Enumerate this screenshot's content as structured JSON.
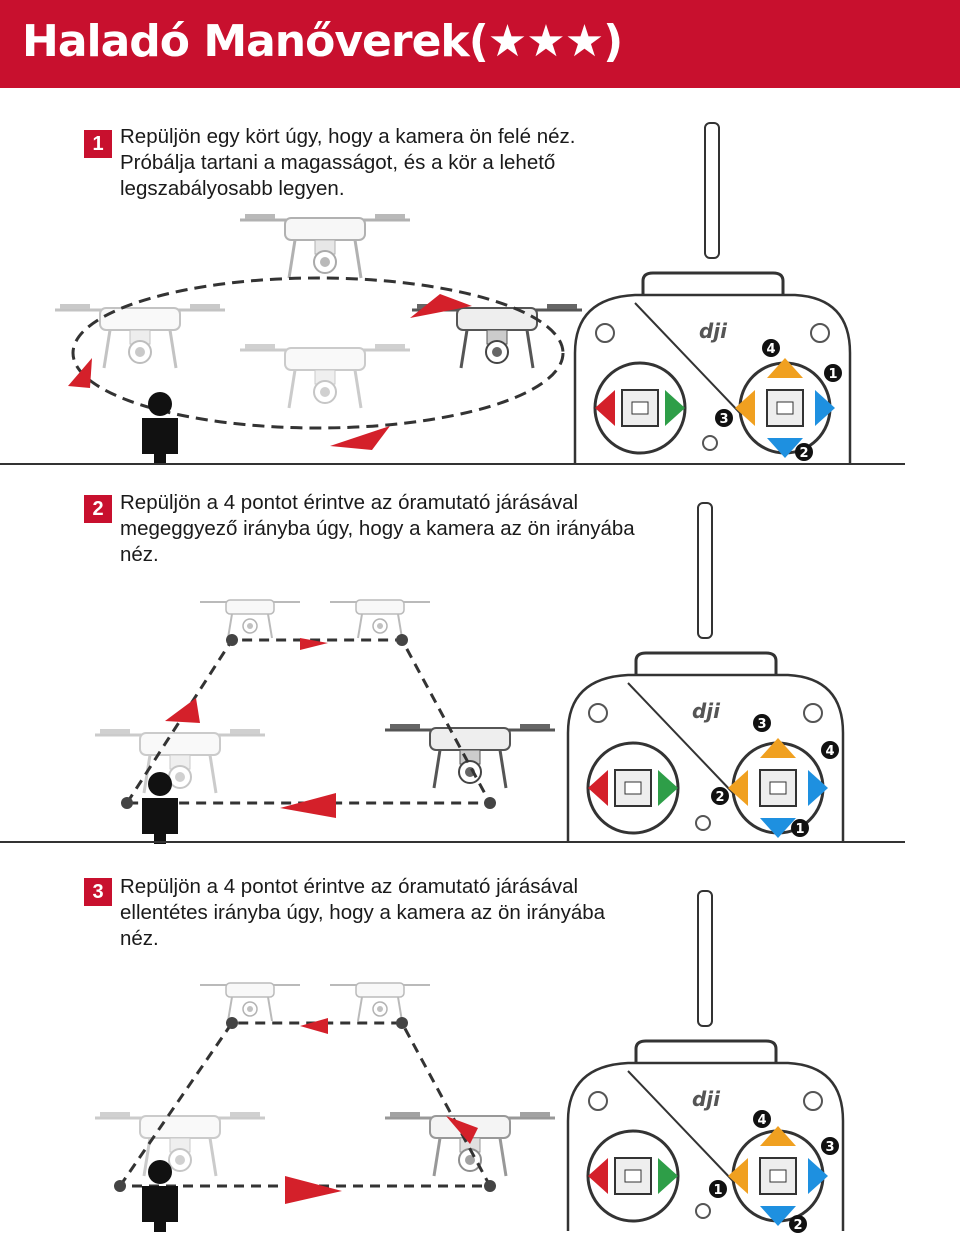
{
  "header": {
    "title": "Haladó Manőverek(★★★)"
  },
  "sections": [
    {
      "number": "1",
      "text": "Repüljön egy kört úgy, hogy a kamera ön felé néz. Próbálja tartani a magasságot, és a kör a lehető legszabályosabb legyen."
    },
    {
      "number": "2",
      "text": "Repüljön a 4 pontot érintve az óramutató járásával megeggyező irányba úgy, hogy a kamera az ön irányába néz."
    },
    {
      "number": "3",
      "text": "Repüljön a 4 pontot érintve az óramutató járásával ellentétes irányba úgy, hogy a kamera az ön irányába néz."
    }
  ],
  "controller": {
    "brand": "dji",
    "markers": [
      {
        "s1": "4",
        "s2": "1",
        "s3": "3",
        "s4": "2"
      },
      {
        "s1": "3",
        "s2": "4",
        "s3": "2",
        "s4": "1"
      },
      {
        "s1": "4",
        "s2": "3",
        "s3": "1",
        "s4": "2"
      }
    ]
  },
  "colors": {
    "accent": "#c8102e",
    "arrow_red": "#d4202a",
    "arrow_green": "#2e9e48",
    "arrow_orange": "#f0a020",
    "arrow_blue": "#1e90e0"
  }
}
